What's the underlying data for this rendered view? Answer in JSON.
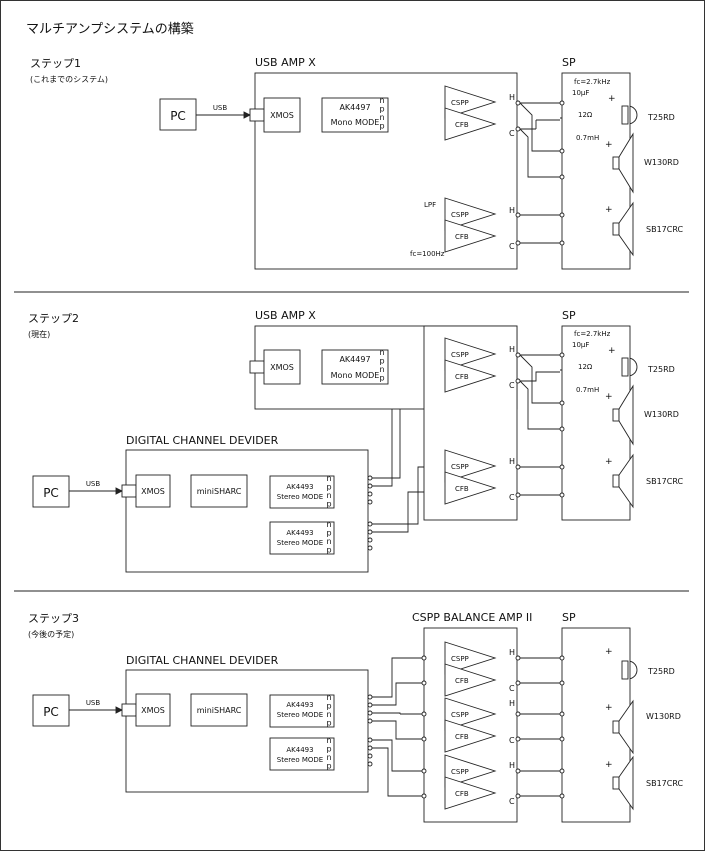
{
  "title": "マルチアンプシステムの構築",
  "steps": [
    {
      "name": "ステップ1",
      "note": "(これまでのシステム)"
    },
    {
      "name": "ステップ2",
      "note": "(現在)"
    },
    {
      "name": "ステップ3",
      "note": "(今後の予定)"
    }
  ],
  "labels": {
    "pc": "PC",
    "usb": "USB",
    "xmos": "XMOS",
    "minisharc": "miniSHARC",
    "usb_amp": "USB AMP X",
    "sp": "SP",
    "dcd": "DIGITAL CHANNEL DEVIDER",
    "cspp_bal": "CSPP BALANCE AMP II",
    "ak4497_1": "AK4497",
    "ak4497_2": "Mono MODE",
    "ak4493_1": "AK4493",
    "ak4493_2": "Stereo MODE",
    "cspp": "CSPP",
    "cfb": "CFB",
    "h": "H",
    "c": "C",
    "n": "n",
    "p": "p",
    "lpf": "LPF",
    "fc100": "fc=100Hz",
    "fc27": "fc=2.7kHz",
    "cap": "10μF",
    "res": "12Ω",
    "ind": "0.7mH",
    "plus": "+",
    "t25": "T25RD",
    "w130": "W130RD",
    "sb17": "SB17CRC"
  }
}
